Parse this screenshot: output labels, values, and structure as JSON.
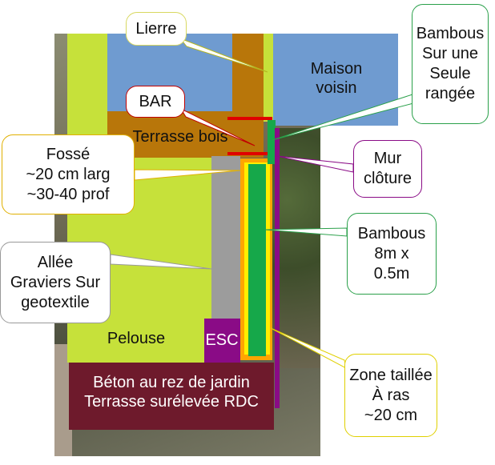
{
  "zones": {
    "maison_voisin": "Maison\nvoisin",
    "terrasse_bois": "Terrasse bois",
    "pelouse": "Pelouse",
    "esc": "ESC",
    "beton": "Béton au rez de jardin\nTerrasse surélevée RDC"
  },
  "callouts": {
    "lierre": "Lierre",
    "bar": "BAR",
    "bambous_rangee": "Bambous\nSur une\nSeule\nrangée",
    "mur_cloture": "Mur\nclôture",
    "fosse": "Fossé\n~20 cm larg\n~30-40 prof",
    "bambous_size": "Bambous\n8m x\n0.5m",
    "allee": "Allée\nGraviers Sur\ngeotextile",
    "zone_taillee": "Zone taillée\nÀ ras\n~20 cm"
  },
  "colors": {
    "lawn": "#c6e13a",
    "house_blue": "#6f9bd0",
    "terrace_brown": "#b8760a",
    "gravel_grey": "#9c9c9c",
    "bamboo_green": "#16a84a",
    "yellow_zone": "#ffee00",
    "orange_ditch": "#ffa500",
    "wall_purple": "#8a0b86",
    "concrete": "#6e1a2c",
    "bar_red": "#e00000"
  }
}
